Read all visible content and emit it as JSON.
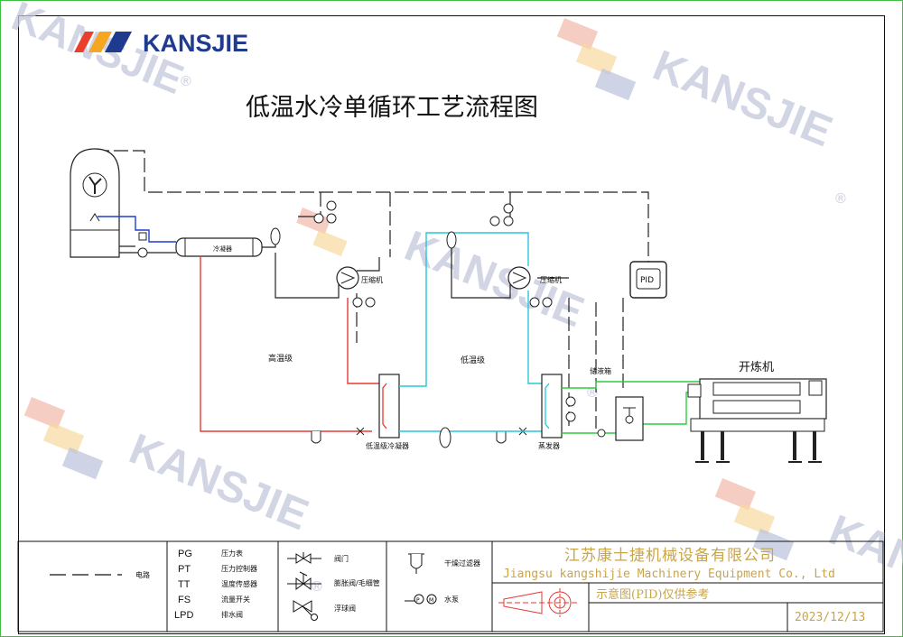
{
  "brand": {
    "logo_text": "KANSJIE",
    "stripe_colors": [
      "#e8402a",
      "#f5a623",
      "#1f3b8f"
    ],
    "accent": "#1f3b8f"
  },
  "watermark": {
    "text": "KANSJIE",
    "registered": "®"
  },
  "title": "低温水冷单循环工艺流程图",
  "diagram": {
    "labels": {
      "condenser": "冷凝器",
      "compressor_high": "压缩机",
      "compressor_low": "压缩机",
      "high_stage": "高温级",
      "low_stage": "低温级",
      "cascade_condenser": "低温级冷凝器",
      "evaporator": "蒸发器",
      "liquid_tank": "储液箱",
      "mill": "开炼机",
      "pid": "PID"
    },
    "line_colors": {
      "high_temp_refrigerant": "#e53935",
      "low_temp_refrigerant": "#26c6da",
      "chilled_water": "#2ecc40",
      "cooling_water": "#1e3fd0",
      "process": "#222222",
      "electric": "#222222"
    }
  },
  "legend": {
    "circuit": {
      "label": "电路"
    },
    "abbreviations": [
      {
        "code": "PG",
        "desc": "压力表"
      },
      {
        "code": "PT",
        "desc": "压力控制器"
      },
      {
        "code": "TT",
        "desc": "温度传感器"
      },
      {
        "code": "FS",
        "desc": "流量开关"
      },
      {
        "code": "LPD",
        "desc": "排水阀"
      }
    ],
    "symbols": [
      {
        "icon": "valve-icon",
        "desc": "阀门"
      },
      {
        "icon": "expansion-valve-icon",
        "desc": "膨胀阀/毛细管"
      },
      {
        "icon": "float-valve-icon",
        "desc": "浮球阀"
      },
      {
        "icon": "dryer-filter-icon",
        "desc": "干燥过滤器"
      },
      {
        "icon": "water-pump-icon",
        "desc": "水泵"
      }
    ]
  },
  "title_block": {
    "company_cn": "江苏康士捷机械设备有限公司",
    "company_en": "Jiangsu kangshijie Machinery Equipment Co., Ltd",
    "note": "示意图(PID)仅供参考",
    "date": "2023/12/13"
  }
}
